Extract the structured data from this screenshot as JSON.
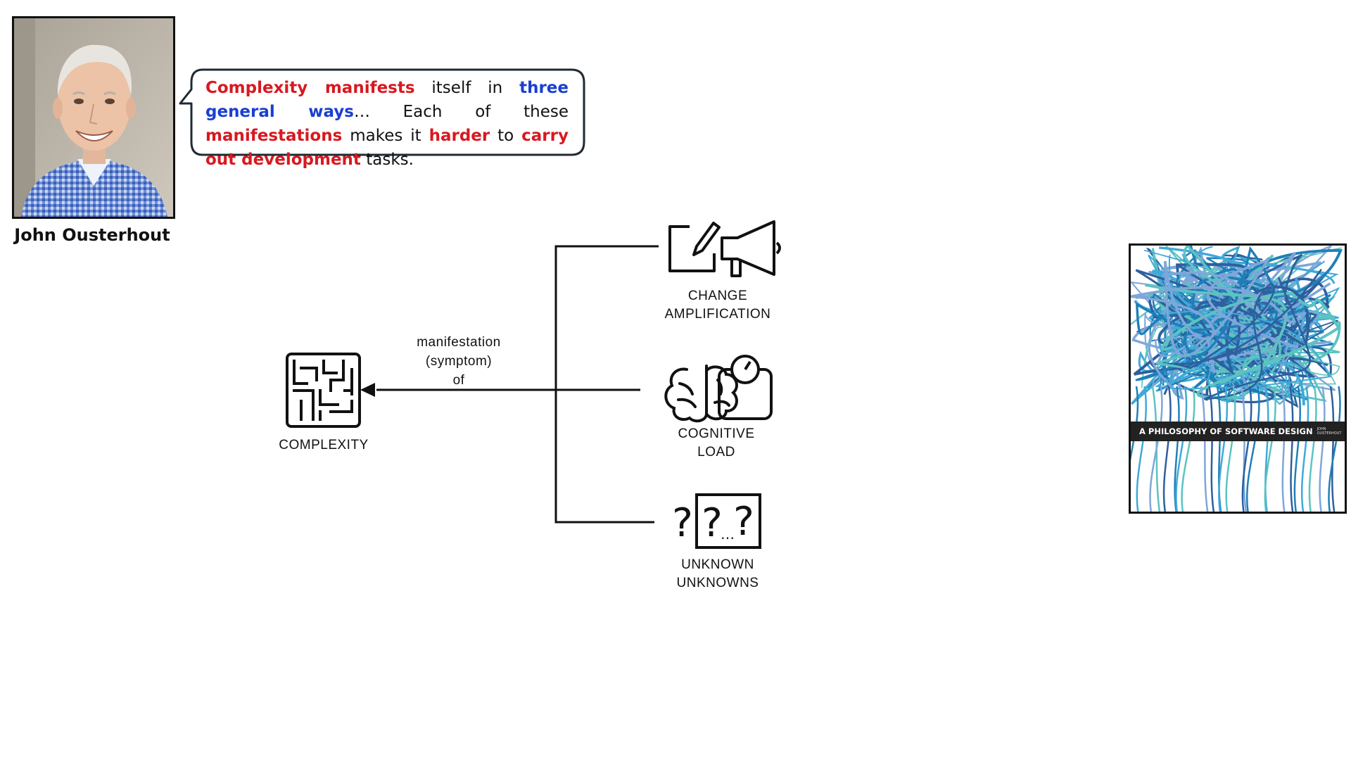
{
  "speaker": {
    "name": "John Ousterhout"
  },
  "quote": {
    "segments": [
      {
        "text": "Complexity manifests",
        "style": "red"
      },
      {
        "text": " itself in ",
        "style": "plain"
      },
      {
        "text": "three general ways",
        "style": "blue"
      },
      {
        "text": "… Each of these ",
        "style": "plain"
      },
      {
        "text": "manifestations",
        "style": "red"
      },
      {
        "text": " makes it ",
        "style": "plain"
      },
      {
        "text": "harder",
        "style": "red"
      },
      {
        "text": " to ",
        "style": "plain"
      },
      {
        "text": "carry out development",
        "style": "red"
      },
      {
        "text": " tasks.",
        "style": "plain"
      }
    ]
  },
  "diagram": {
    "edge_label": [
      "manifestation",
      "(symptom)",
      "of"
    ],
    "target": {
      "label": "COMPLEXITY",
      "icon": "maze-icon"
    },
    "sources": [
      {
        "label": [
          "CHANGE",
          "AMPLIFICATION"
        ],
        "icons": [
          "pencil-square-icon",
          "megaphone-icon"
        ]
      },
      {
        "label": [
          "COGNITIVE",
          "LOAD"
        ],
        "icons": [
          "brain-icon",
          "scale-icon"
        ]
      },
      {
        "label": [
          "UNKNOWN",
          "UNKNOWNS"
        ],
        "icons": [
          "question-marks-icon"
        ]
      }
    ]
  },
  "book": {
    "title": "A PHILOSOPHY OF SOFTWARE DESIGN",
    "author": "JOHN OUSTERHOUT"
  },
  "colors": {
    "emphasis_red": "#d71920",
    "emphasis_blue": "#1a3fd1",
    "book_lines": [
      "#1f7fb8",
      "#3fa9d8",
      "#5cc3c0",
      "#7fa6d9",
      "#2e5f9e"
    ]
  }
}
